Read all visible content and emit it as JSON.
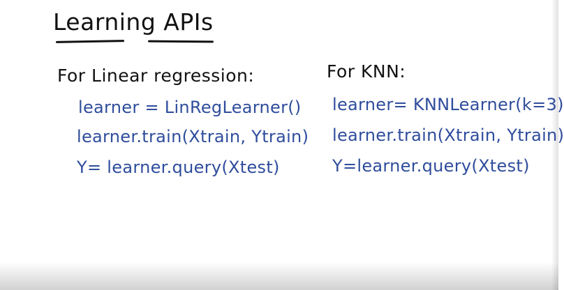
{
  "title": "Learning APIs",
  "left": {
    "heading": "For Linear regression:",
    "lines": [
      "learner = LinRegLearner()",
      "learner.train(Xtrain, Ytrain)",
      "Y= learner.query(Xtest)"
    ]
  },
  "right": {
    "heading": "For KNN:",
    "lines": [
      "learner= KNNLearner(k=3)",
      "learner.train(Xtrain, Ytrain)",
      "Y=learner.query(Xtest)"
    ]
  },
  "colors": {
    "heading_ink": "#111111",
    "code_ink": "#2f4d9c",
    "background": "#ffffff"
  }
}
